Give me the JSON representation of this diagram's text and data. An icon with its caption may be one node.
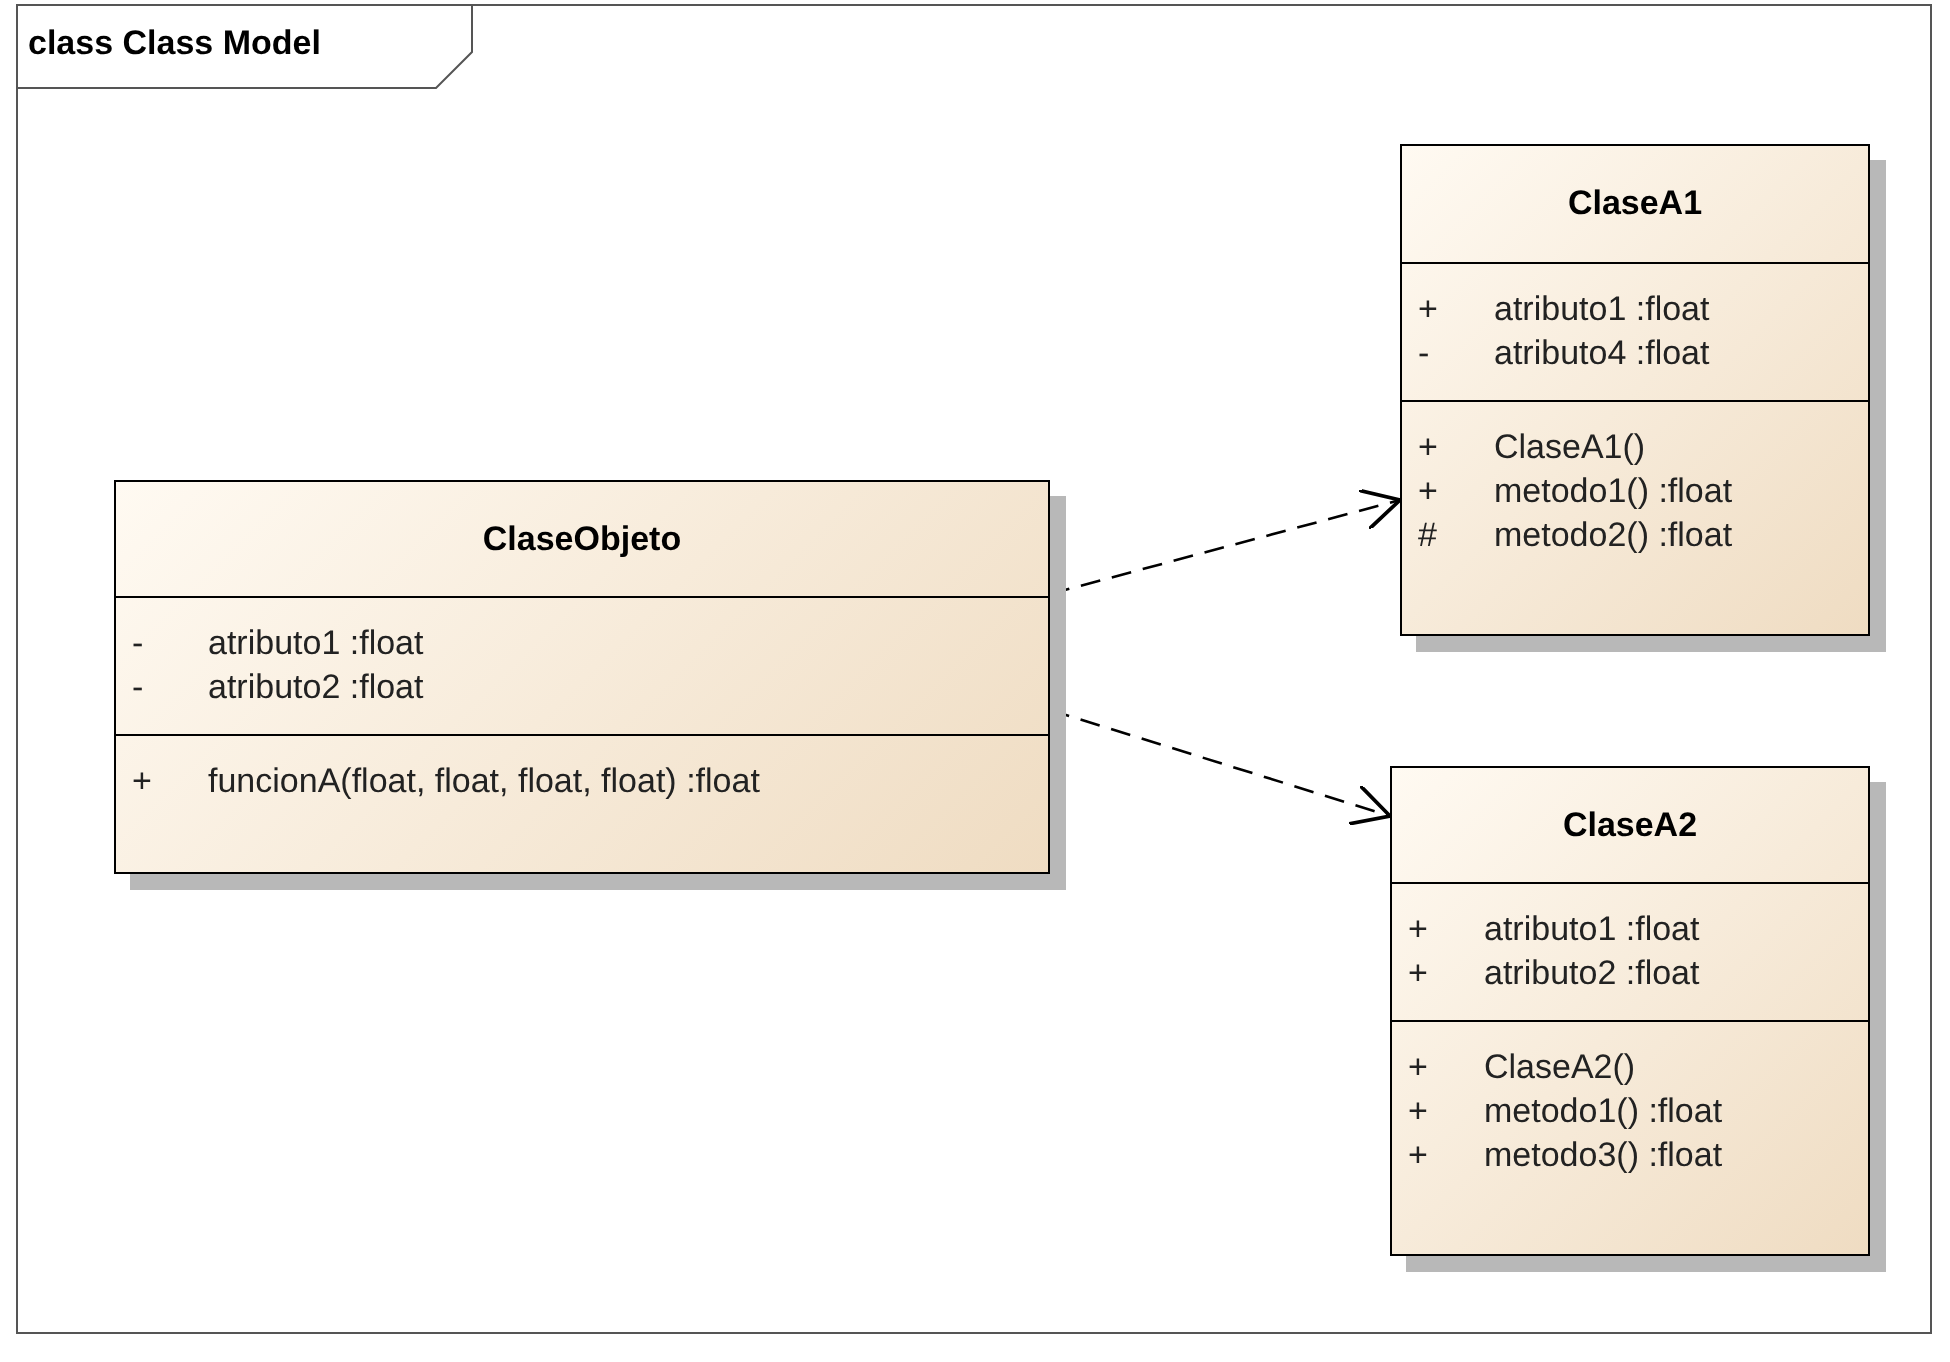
{
  "diagram": {
    "title": "class Class Model",
    "nodes": [
      {
        "text": [
          "ClaseObjeto",
          "- atributo1 :float",
          "- atributo2 :float",
          "+ funcionA(float, float, float, float) :float"
        ]
      },
      {
        "text": [
          "ClaseA1",
          "+ atributo1 :float",
          "- atributo4 :float",
          "+ ClaseA1()",
          "+ metodo1() :float",
          "# metodo2() :float"
        ]
      },
      {
        "text": [
          "ClaseA2",
          "+ atributo1 :float",
          "+ atributo2 :float",
          "+ ClaseA2()",
          "+ metodo1() :float",
          "+ metodo3() :float"
        ]
      }
    ],
    "edges": [
      {
        "from": 0,
        "to": 1,
        "arrow": "to",
        "style": "dashed"
      },
      {
        "from": 0,
        "to": 2,
        "arrow": "to",
        "style": "dashed"
      }
    ]
  }
}
